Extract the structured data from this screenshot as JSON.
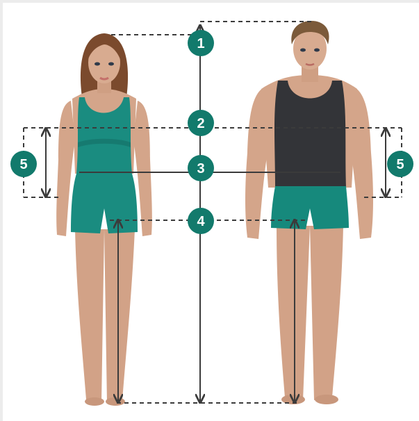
{
  "markers": [
    {
      "id": "m1",
      "label": "1"
    },
    {
      "id": "m2",
      "label": "2"
    },
    {
      "id": "m3",
      "label": "3"
    },
    {
      "id": "m4",
      "label": "4"
    },
    {
      "id": "m5-left",
      "label": "5"
    },
    {
      "id": "m5-right",
      "label": "5"
    }
  ],
  "colors": {
    "marker": "#127a6c",
    "garment_female": "#1a8c80",
    "garment_male_top": "#333438",
    "garment_male_shorts": "#16897c",
    "skin": "#d4a58a",
    "line": "#3b3b3b"
  }
}
